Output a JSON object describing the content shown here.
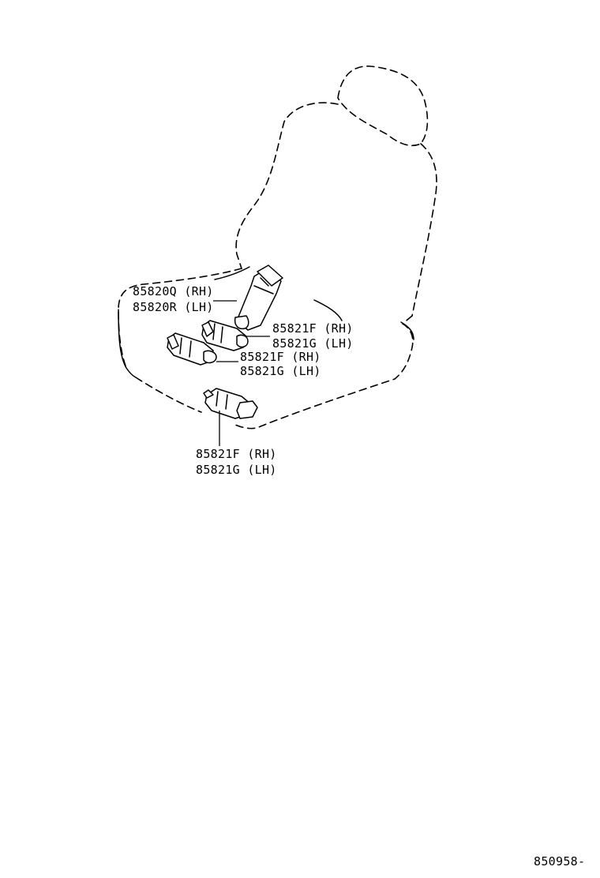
{
  "diagram": {
    "callouts": {
      "lumbar_motor": {
        "rh": "85820Q (RH)",
        "lh": "85820R (LH)"
      },
      "slide_motor_upper": {
        "rh": "85821F (RH)",
        "lh": "85821G (LH)"
      },
      "slide_motor_middle": {
        "rh": "85821F (RH)",
        "lh": "85821G (LH)"
      },
      "slide_motor_lower": {
        "rh": "85821F (RH)",
        "lh": "85821G (LH)"
      }
    },
    "figure_code": "850958-"
  }
}
